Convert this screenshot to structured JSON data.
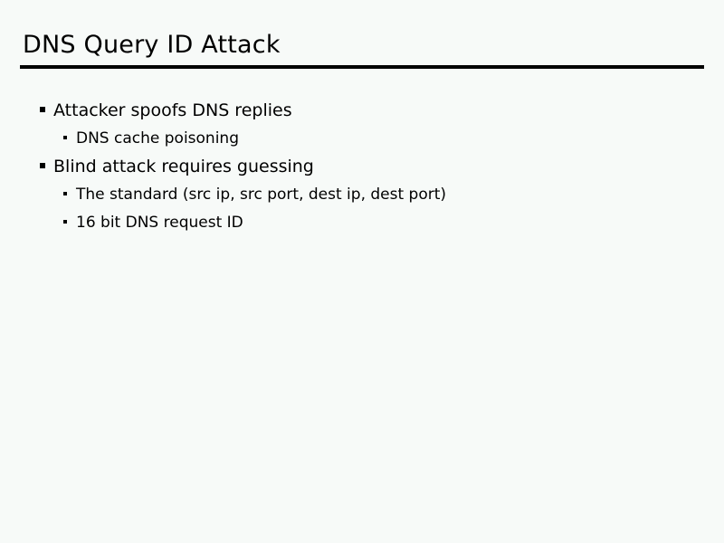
{
  "slide": {
    "title": "DNS Query ID Attack",
    "background_color": "#f7faf8",
    "text_color": "#000000",
    "rule_color": "#000000",
    "bullets": [
      {
        "level": 1,
        "text": "Attacker spoofs DNS replies",
        "marker": "square-bullet"
      },
      {
        "level": 2,
        "text": "DNS cache poisoning",
        "marker": "square-bullet"
      },
      {
        "level": 1,
        "text": "Blind attack requires guessing",
        "marker": "square-bullet"
      },
      {
        "level": 2,
        "text": "The standard (src ip, src port, dest ip, dest port)",
        "marker": "square-bullet"
      },
      {
        "level": 2,
        "text": "16 bit DNS request ID",
        "marker": "square-bullet"
      }
    ]
  }
}
